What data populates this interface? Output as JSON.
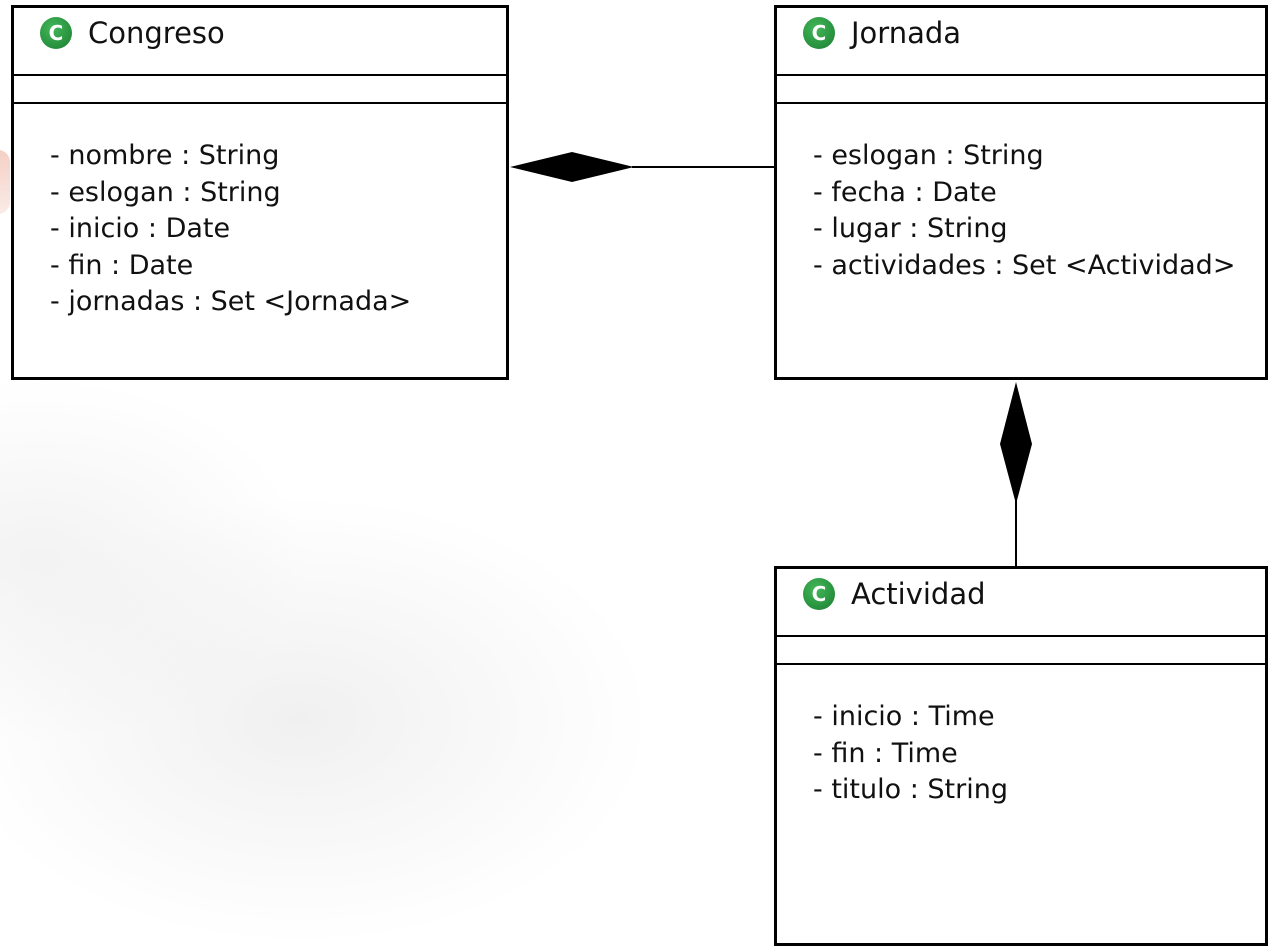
{
  "classes": {
    "congreso": {
      "name": "Congreso",
      "icon": "class-icon",
      "icon_letter": "C",
      "members": [
        "- nombre : String",
        "- eslogan : String",
        "- inicio : Date",
        "- fin : Date",
        "- jornadas : Set <Jornada>"
      ]
    },
    "jornada": {
      "name": "Jornada",
      "icon": "class-icon",
      "icon_letter": "C",
      "members": [
        "- eslogan : String",
        "- fecha : Date",
        "- lugar : String",
        "- actividades : Set <Actividad>"
      ]
    },
    "actividad": {
      "name": "Actividad",
      "icon": "class-icon",
      "icon_letter": "C",
      "members": [
        "- inicio : Time",
        "- fin : Time",
        "- titulo : String"
      ]
    }
  },
  "relations": [
    {
      "type": "composition",
      "whole": "Congreso",
      "part": "Jornada"
    },
    {
      "type": "composition",
      "whole": "Jornada",
      "part": "Actividad"
    }
  ],
  "colors": {
    "class_icon": "#2a9540",
    "line": "#000000",
    "background": "#ffffff"
  }
}
